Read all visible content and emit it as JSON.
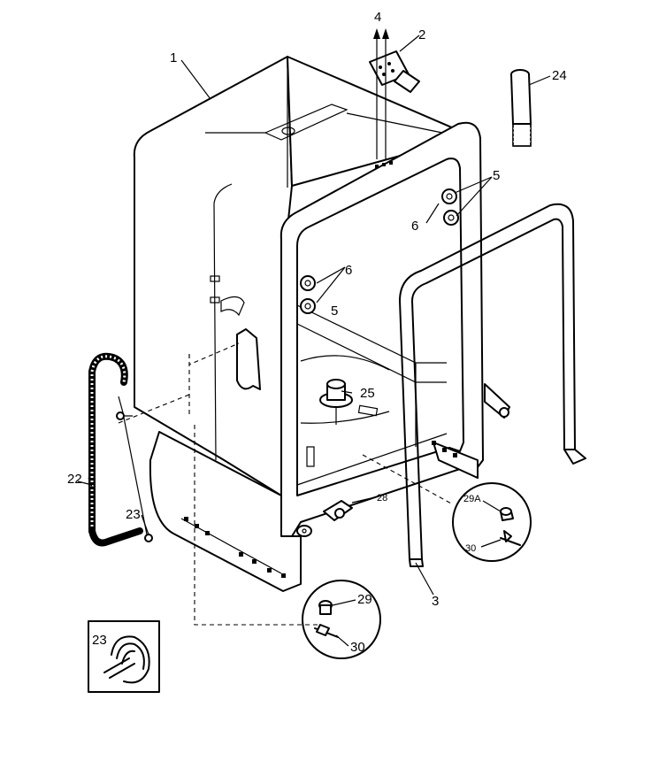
{
  "callouts": {
    "tub": "1",
    "bracket": "2",
    "gasket": "3",
    "screws_top": "4",
    "washer_top": "5",
    "screw_right": "6",
    "screw_left": "6",
    "washer_left": "5",
    "drain_hose": "22",
    "clamp": "23",
    "clamp_inset": "23",
    "fill_tube": "24",
    "float": "25",
    "grommet": "28",
    "cap_29a": "29A",
    "nut_30_right": "30",
    "cap_29": "29",
    "nut_30_bottom": "30"
  }
}
